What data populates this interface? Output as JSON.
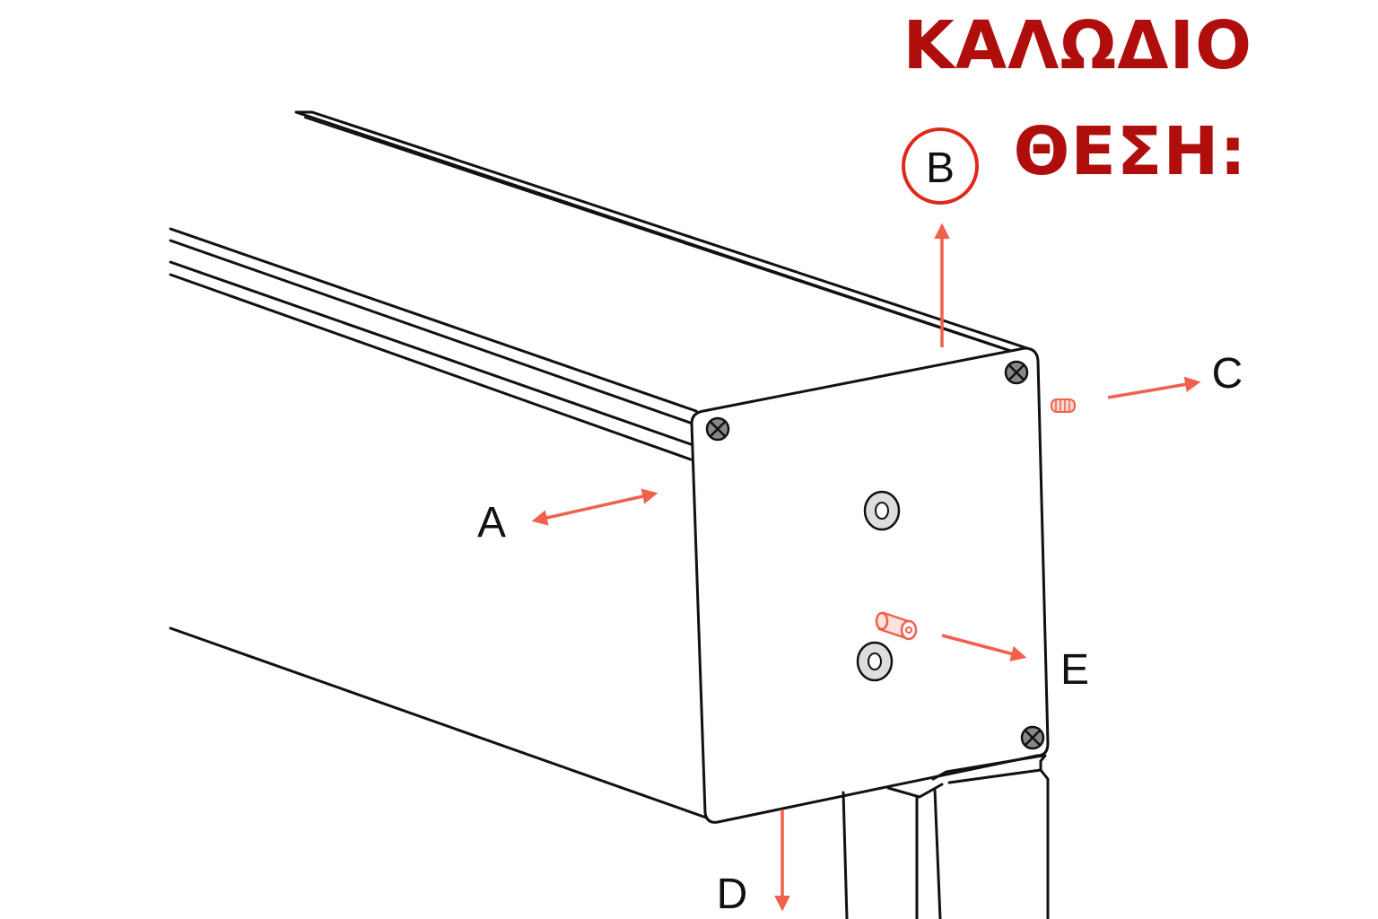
{
  "title": {
    "line1": "ΚΑΛΩΔΙΟ",
    "line2": "ΘΕΣΗ:"
  },
  "labels": {
    "a": "A",
    "b": "B",
    "c": "C",
    "d": "D",
    "e": "E"
  },
  "colors": {
    "title": "#b00d0d",
    "arrow": "#f0604d",
    "circle": "#e0281c",
    "line": "#111111"
  },
  "highlighted_label": "B"
}
